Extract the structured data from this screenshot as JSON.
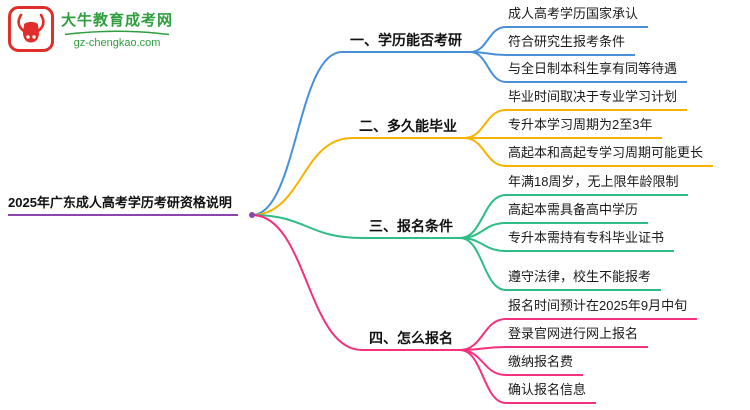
{
  "logo": {
    "name": "大牛教育成考网",
    "domain": "gz-chengkao.com",
    "brand_red": "#E02E2A",
    "brand_green": "#2E9E3F"
  },
  "root": {
    "label": "2025年广东成人高考学历考研资格说明",
    "color": "#8E44AD"
  },
  "branches": [
    {
      "label": "一、学历能否考研",
      "color": "#4A90D9",
      "children": [
        "成人高考学历国家承认",
        "符合研究生报考条件",
        "与全日制本科生享有同等待遇"
      ]
    },
    {
      "label": "二、多久能毕业",
      "color": "#F7B300",
      "children": [
        "毕业时间取决于专业学习计划",
        "专升本学习周期为2至3年",
        "高起本和高起专学习周期可能更长"
      ]
    },
    {
      "label": "三、报名条件",
      "color": "#2EBD85",
      "children": [
        "年满18周岁，无上限年龄限制",
        "高起本需具备高中学历",
        "专升本需持有专科毕业证书",
        "遵守法律，校生不能报考"
      ]
    },
    {
      "label": "四、怎么报名",
      "color": "#F5317F",
      "children": [
        "报名时间预计在2025年9月中旬",
        "登录官网进行网上报名",
        "缴纳报名费",
        "确认报名信息"
      ]
    }
  ]
}
